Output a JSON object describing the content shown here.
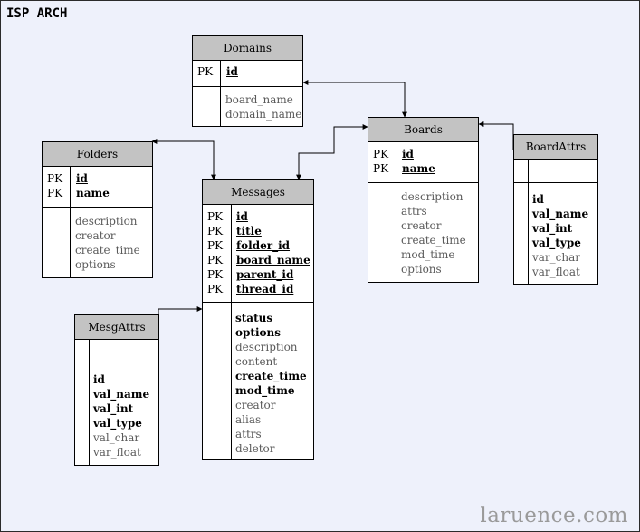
{
  "title": "ISP ARCH",
  "watermark": "laruence.com",
  "colors": {
    "background": "#eef1fb",
    "header": "#c3c3c3",
    "line": "#000000",
    "watermark": "#9a9a9a"
  },
  "entities": {
    "domains": {
      "name": "Domains",
      "pk": [
        {
          "tag": "PK",
          "field": "id"
        }
      ],
      "fields": [
        "board_name",
        "domain_name"
      ]
    },
    "folders": {
      "name": "Folders",
      "pk": [
        {
          "tag": "PK",
          "field": "id"
        },
        {
          "tag": "PK",
          "field": "name"
        }
      ],
      "fields": [
        "description",
        "creator",
        "create_time",
        "options"
      ]
    },
    "boards": {
      "name": "Boards",
      "pk": [
        {
          "tag": "PK",
          "field": "id"
        },
        {
          "tag": "PK",
          "field": "name"
        }
      ],
      "fields": [
        "description",
        "attrs",
        "creator",
        "create_time",
        "mod_time",
        "options"
      ]
    },
    "boardattrs": {
      "name": "BoardAttrs",
      "fields": [
        "id",
        "val_name",
        "val_int",
        "val_type",
        "var_char",
        "var_float"
      ]
    },
    "messages": {
      "name": "Messages",
      "pk": [
        {
          "tag": "PK",
          "field": "id"
        },
        {
          "tag": "PK",
          "field": "title"
        },
        {
          "tag": "PK",
          "field": "folder_id"
        },
        {
          "tag": "PK",
          "field": "board_name"
        },
        {
          "tag": "PK",
          "field": "parent_id"
        },
        {
          "tag": "PK",
          "field": "thread_id"
        }
      ],
      "fields": [
        "status",
        "options",
        "description",
        "content",
        "create_time",
        "mod_time",
        "creator",
        "alias",
        "attrs",
        "deletor"
      ]
    },
    "mesgattrs": {
      "name": "MesgAttrs",
      "fields": [
        "id",
        "val_name",
        "val_int",
        "val_type",
        "val_char",
        "var_float"
      ]
    }
  }
}
